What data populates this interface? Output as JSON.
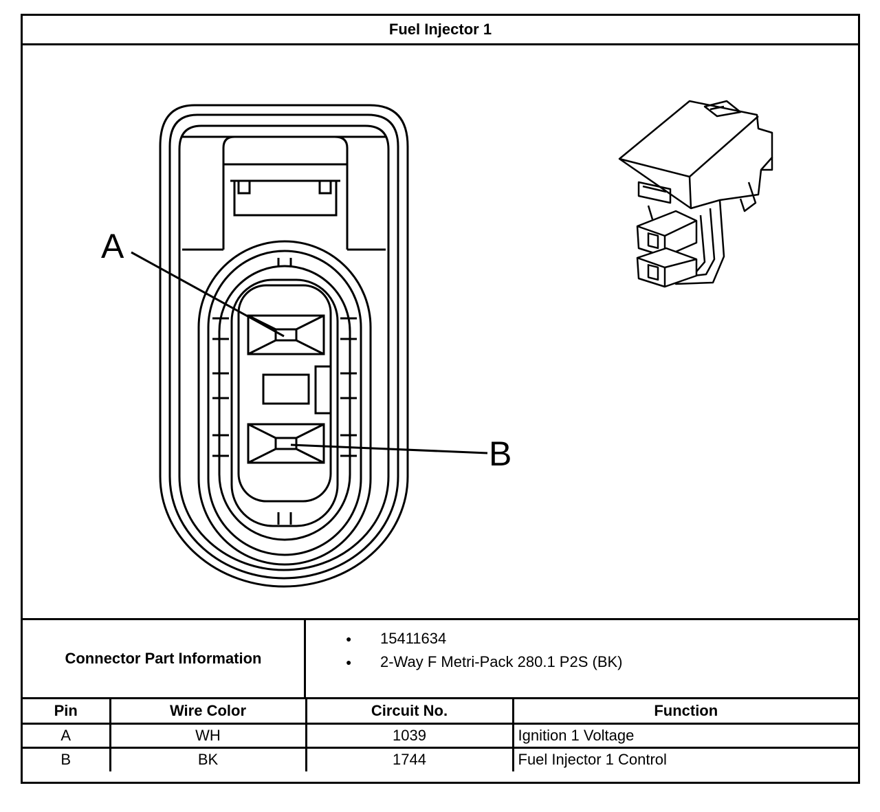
{
  "title": "Fuel Injector 1",
  "diagram": {
    "pin_labels": [
      "A",
      "B"
    ]
  },
  "connector_info": {
    "label": "Connector Part Information",
    "items": [
      "15411634",
      "2-Way F Metri-Pack 280.1 P2S (BK)"
    ]
  },
  "pin_table": {
    "headers": [
      "Pin",
      "Wire Color",
      "Circuit No.",
      "Function"
    ],
    "rows": [
      [
        "A",
        "WH",
        "1039",
        "Ignition 1 Voltage"
      ],
      [
        "B",
        "BK",
        "1744",
        "Fuel Injector 1 Control"
      ]
    ]
  }
}
